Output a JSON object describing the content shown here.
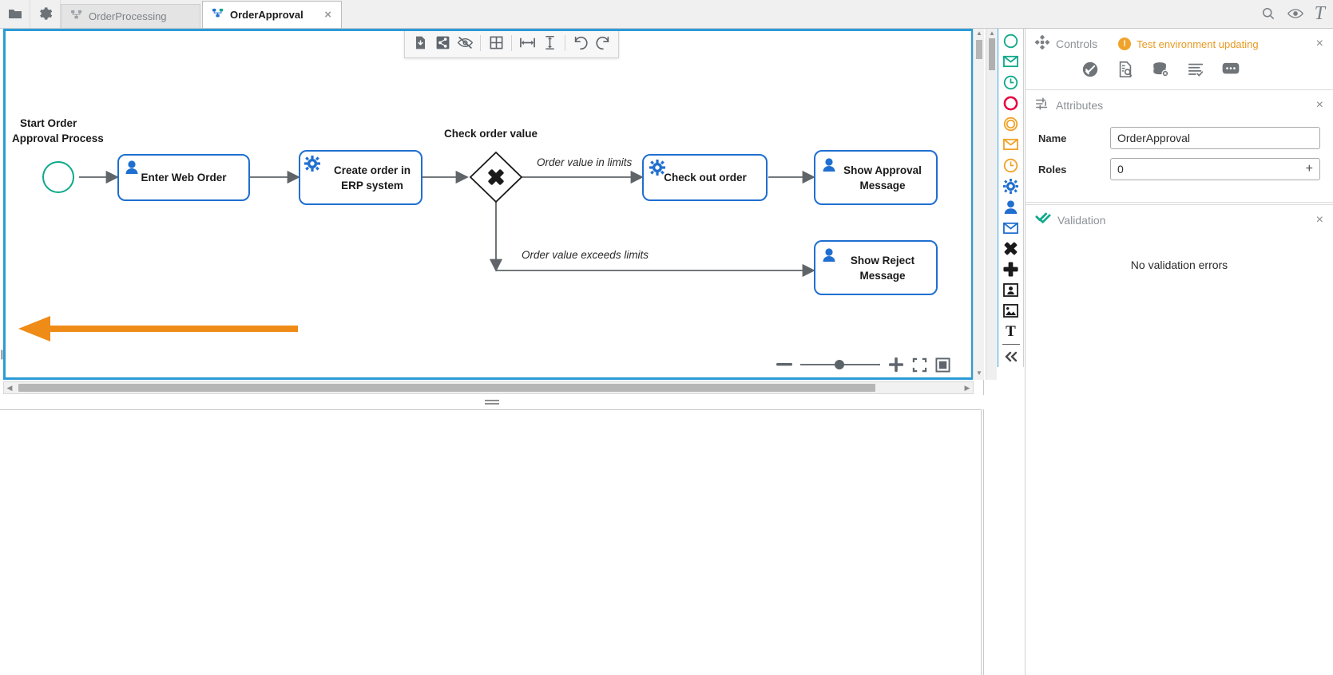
{
  "window": {
    "toolbar_left": [
      {
        "name": "folder-icon",
        "label": "Open"
      },
      {
        "name": "gear-icon",
        "label": "Settings"
      }
    ],
    "toolbar_right": [
      {
        "name": "search-icon",
        "label": "Search"
      },
      {
        "name": "eye-icon",
        "label": "Preview"
      },
      {
        "name": "text-format-icon",
        "label": "T"
      }
    ]
  },
  "tabs": [
    {
      "label": "OrderProcessing",
      "icon": "process-icon",
      "active": false,
      "closable": false
    },
    {
      "label": "OrderApproval",
      "icon": "process-icon",
      "active": true,
      "closable": true,
      "close_label": "×"
    }
  ],
  "diagram_toolbar": [
    {
      "name": "save-download-icon",
      "label": "Export"
    },
    {
      "name": "share-icon",
      "label": "Share"
    },
    {
      "name": "hide-eye-icon",
      "label": "Hide"
    },
    {
      "name": "grid-icon",
      "label": "Grid"
    },
    {
      "name": "align-horizontal-icon",
      "label": "Distribute horizontally"
    },
    {
      "name": "align-vertical-icon",
      "label": "Distribute vertically"
    },
    {
      "name": "undo-icon",
      "label": "Undo"
    },
    {
      "name": "redo-icon",
      "label": "Redo"
    }
  ],
  "zoom_controls": {
    "minus_label": "−",
    "plus_label": "+",
    "fit_label": "Fit to screen",
    "actual_label": "Actual size",
    "slider_value": 43
  },
  "palette": {
    "items": [
      {
        "name": "start-event-icon",
        "label": "Start event",
        "color": "#0fa98a"
      },
      {
        "name": "message-start-event-icon",
        "label": "Message start event",
        "color": "#0fa98a"
      },
      {
        "name": "timer-start-event-icon",
        "label": "Timer start event",
        "color": "#0fa98a"
      },
      {
        "name": "end-event-icon",
        "label": "End event",
        "color": "#e8003c"
      },
      {
        "name": "intermediate-event-icon",
        "label": "Intermediate event",
        "color": "#f0a32a"
      },
      {
        "name": "message-intermediate-event-icon",
        "label": "Message intermediate event",
        "color": "#f0a32a"
      },
      {
        "name": "timer-intermediate-event-icon",
        "label": "Timer intermediate event",
        "color": "#f0a32a"
      },
      {
        "name": "service-task-icon",
        "label": "Service task",
        "color": "#1f6fd0"
      },
      {
        "name": "user-task-icon",
        "label": "User task",
        "color": "#1f6fd0"
      },
      {
        "name": "send-task-icon",
        "label": "Send task",
        "color": "#1f6fd0"
      },
      {
        "name": "exclusive-gateway-icon",
        "label": "Exclusive gateway",
        "color": "#1a1a1a"
      },
      {
        "name": "parallel-gateway-icon",
        "label": "Parallel gateway",
        "color": "#1a1a1a"
      },
      {
        "name": "pool-icon",
        "label": "Pool",
        "color": "#1a1a1a"
      },
      {
        "name": "image-icon",
        "label": "Image",
        "color": "#1a1a1a"
      },
      {
        "name": "text-icon",
        "label": "Text annotation",
        "color": "#1a1a1a"
      },
      {
        "name": "collapse-palette-icon",
        "label": "Collapse",
        "color": "#4a4a4a"
      }
    ]
  },
  "diagram": {
    "annotation_arrow": {
      "name": "orange-pointer-arrow",
      "color": "#ef8b17"
    },
    "nodes": [
      {
        "id": "start",
        "type": "start-event",
        "label": "Start Order\nApproval Process",
        "label_line1": "Start Order",
        "label_line2": "Approval Process"
      },
      {
        "id": "enter-web-order",
        "type": "user-task",
        "label": "Enter Web Order"
      },
      {
        "id": "create-order-erp",
        "type": "service-task",
        "label_line1": "Create order in",
        "label_line2": "ERP system"
      },
      {
        "id": "check-order-value",
        "type": "exclusive-gateway",
        "label": "Check order value"
      },
      {
        "id": "check-out-order",
        "type": "service-task",
        "label": "Check out order"
      },
      {
        "id": "show-approval-message",
        "type": "user-task",
        "label_line1": "Show Approval",
        "label_line2": "Message"
      },
      {
        "id": "show-reject-message",
        "type": "user-task",
        "label_line1": "Show Reject",
        "label_line2": "Message"
      }
    ],
    "flow_labels": [
      {
        "id": "flow-in-limits",
        "label": "Order value in limits"
      },
      {
        "id": "flow-exceeds-limits",
        "label": "Order value exceeds limits"
      }
    ]
  },
  "right_panel": {
    "controls": {
      "title": "Controls",
      "icon": "controls-icon",
      "warning": "Test environment updating",
      "warning_badge": "!",
      "close_label": "×",
      "actions": [
        {
          "name": "validate-icon",
          "label": "Validate"
        },
        {
          "name": "document-search-icon",
          "label": "Inspect document"
        },
        {
          "name": "database-remove-icon",
          "label": "Clear database"
        },
        {
          "name": "list-check-icon",
          "label": "Task list"
        },
        {
          "name": "more-actions-icon",
          "label": "More"
        }
      ]
    },
    "attributes": {
      "title": "Attributes",
      "icon": "sliders-icon",
      "close_label": "×",
      "fields": [
        {
          "name": "name-field",
          "label": "Name",
          "value": "OrderApproval",
          "has_plus": false
        },
        {
          "name": "roles-field",
          "label": "Roles",
          "value": "0",
          "has_plus": true,
          "plus_label": "+"
        }
      ]
    },
    "validation": {
      "title": "Validation",
      "icon": "double-check-icon",
      "close_label": "×",
      "message": "No validation errors"
    }
  },
  "colors": {
    "accent_blue": "#2b9bd6",
    "task_blue": "#1f6fd0",
    "start_green": "#0fa98a",
    "warn_orange": "#e79a22",
    "arrow_orange": "#ef8b17"
  }
}
